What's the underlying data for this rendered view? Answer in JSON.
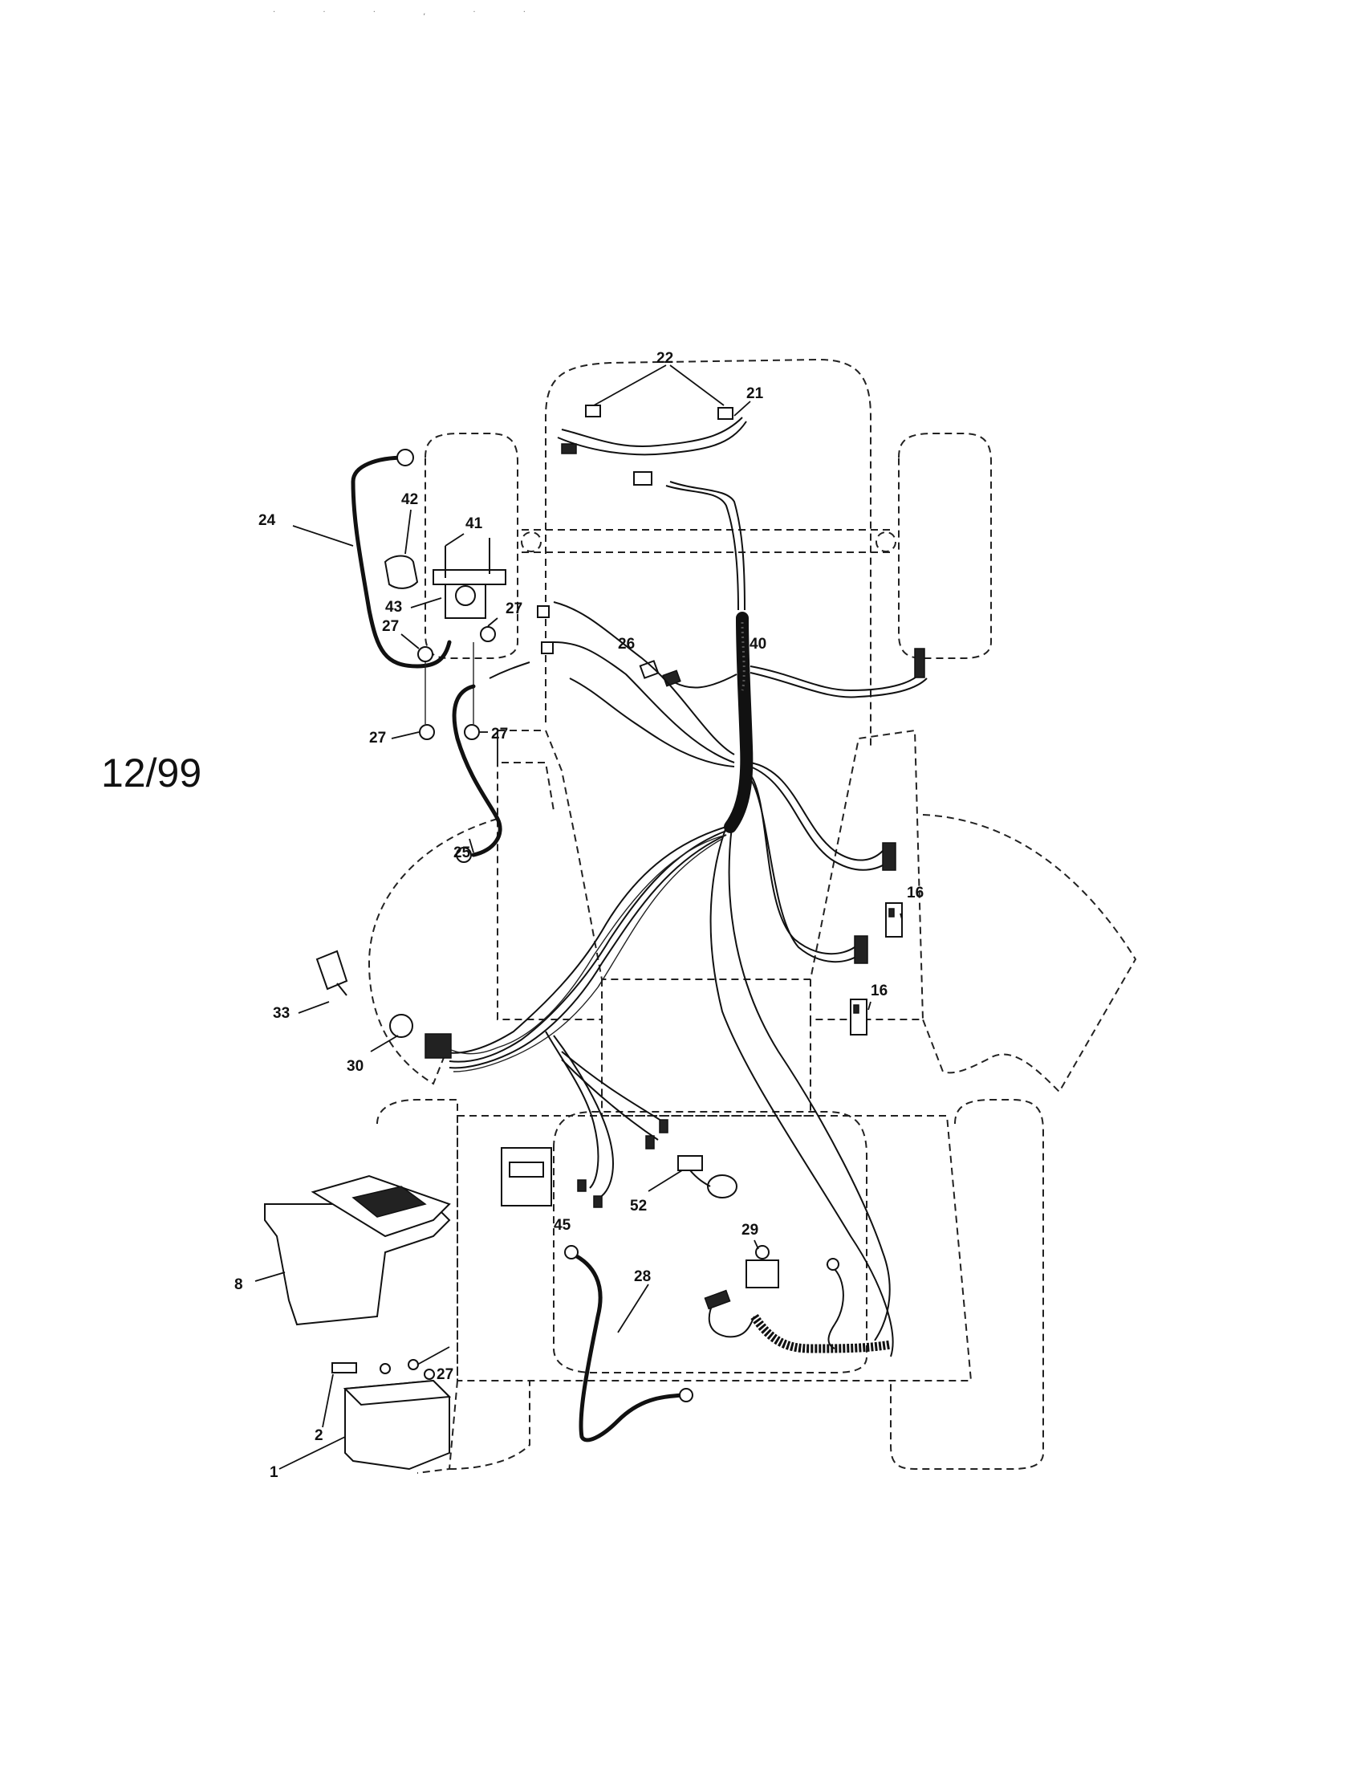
{
  "page": {
    "date_note": "12/99",
    "scan_marks": "·  ·  ·  ,  ·  ·"
  },
  "callouts": [
    {
      "id": "c22",
      "label": "22"
    },
    {
      "id": "c21",
      "label": "21"
    },
    {
      "id": "c24",
      "label": "24"
    },
    {
      "id": "c42",
      "label": "42"
    },
    {
      "id": "c41",
      "label": "41"
    },
    {
      "id": "c43",
      "label": "43"
    },
    {
      "id": "c27a",
      "label": "27"
    },
    {
      "id": "c27b",
      "label": "27"
    },
    {
      "id": "c27c",
      "label": "27"
    },
    {
      "id": "c27d",
      "label": "27"
    },
    {
      "id": "c27e",
      "label": "27"
    },
    {
      "id": "c26",
      "label": "26"
    },
    {
      "id": "c40",
      "label": "40"
    },
    {
      "id": "c25",
      "label": "25"
    },
    {
      "id": "c16a",
      "label": "16"
    },
    {
      "id": "c16b",
      "label": "16"
    },
    {
      "id": "c33",
      "label": "33"
    },
    {
      "id": "c30",
      "label": "30"
    },
    {
      "id": "c45",
      "label": "45"
    },
    {
      "id": "c52",
      "label": "52"
    },
    {
      "id": "c29",
      "label": "29"
    },
    {
      "id": "c28",
      "label": "28"
    },
    {
      "id": "c8",
      "label": "8"
    },
    {
      "id": "c2",
      "label": "2"
    },
    {
      "id": "c1",
      "label": "1"
    }
  ]
}
